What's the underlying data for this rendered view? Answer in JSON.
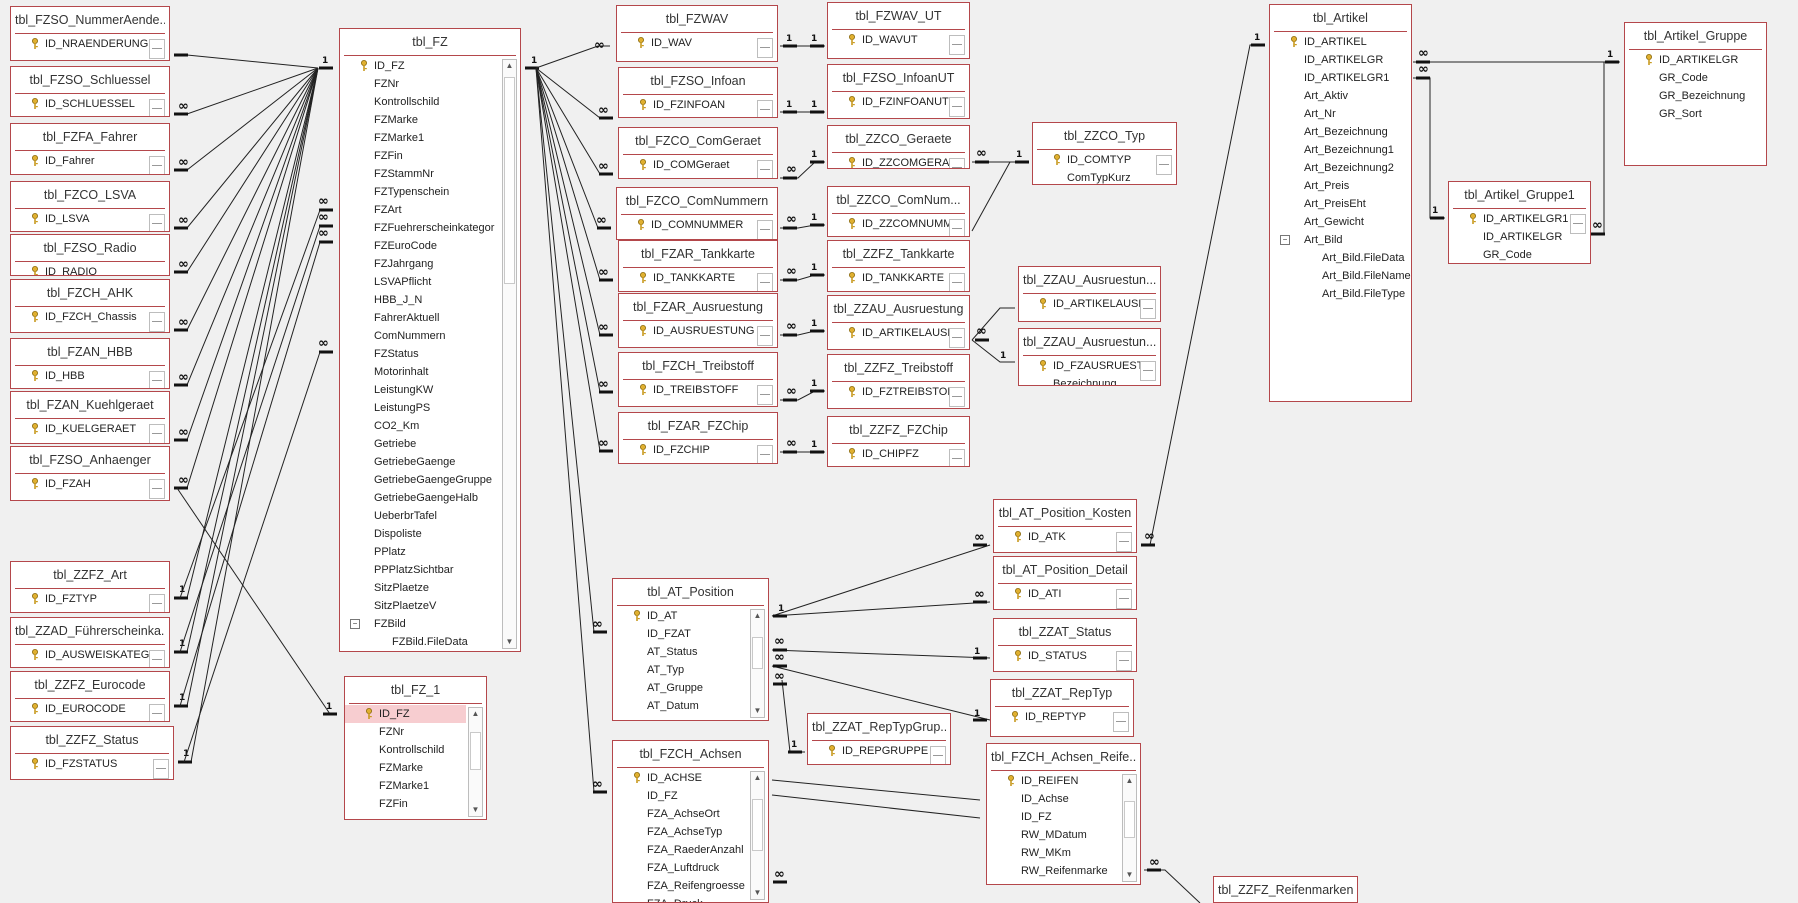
{
  "tables": [
    {
      "id": "t1",
      "title": "tbl_FZSO_NummerAende...",
      "rows": [
        "ID_NRAENDERUNG"
      ],
      "key": 0
    },
    {
      "id": "t2",
      "title": "tbl_FZSO_Schluessel",
      "rows": [
        "ID_SCHLUESSEL"
      ],
      "key": 0
    },
    {
      "id": "t3",
      "title": "tbl_FZFA_Fahrer",
      "rows": [
        "ID_Fahrer"
      ],
      "key": 0
    },
    {
      "id": "t4",
      "title": "tbl_FZCO_LSVA",
      "rows": [
        "ID_LSVA"
      ],
      "key": 0
    },
    {
      "id": "t5",
      "title": "tbl_FZSO_Radio",
      "rows": [
        "ID_RADIO"
      ],
      "key": 0
    },
    {
      "id": "t6",
      "title": "tbl_FZCH_AHK",
      "rows": [
        "ID_FZCH_Chassis"
      ],
      "key": 0
    },
    {
      "id": "t7",
      "title": "tbl_FZAN_HBB",
      "rows": [
        "ID_HBB"
      ],
      "key": 0
    },
    {
      "id": "t8",
      "title": "tbl_FZAN_Kuehlgeraet",
      "rows": [
        "ID_KUELGERAET"
      ],
      "key": 0
    },
    {
      "id": "t9",
      "title": "tbl_FZSO_Anhaenger",
      "rows": [
        "ID_FZAH"
      ],
      "key": 0
    },
    {
      "id": "t10",
      "title": "tbl_ZZFZ_Art",
      "rows": [
        "ID_FZTYP"
      ],
      "key": 0
    },
    {
      "id": "t11",
      "title": "tbl_ZZAD_Führerscheinka...",
      "rows": [
        "ID_AUSWEISKATEGO"
      ],
      "key": 0
    },
    {
      "id": "t12",
      "title": "tbl_ZZFZ_Eurocode",
      "rows": [
        "ID_EUROCODE"
      ],
      "key": 0
    },
    {
      "id": "t13",
      "title": "tbl_ZZFZ_Status",
      "rows": [
        "ID_FZSTATUS"
      ],
      "key": 0
    },
    {
      "id": "tfz",
      "title": "tbl_FZ",
      "rows": [
        "ID_FZ",
        "FZNr",
        "Kontrollschild",
        "FZMarke",
        "FZMarke1",
        "FZFin",
        "FZStammNr",
        "FZTypenschein",
        "FZArt",
        "FZFuehrerscheinkategor",
        "FZEuroCode",
        "FZJahrgang",
        "LSVAPflicht",
        "HBB_J_N",
        "FahrerAktuell",
        "ComNummern",
        "FZStatus",
        "Motorinhalt",
        "LeistungKW",
        "LeistungPS",
        "CO2_Km",
        "Getriebe",
        "GetriebeGaenge",
        "GetriebeGaengeGruppe",
        "GetriebeGaengeHalb",
        "UeberbrTafel",
        "Dispoliste",
        "PPlatz",
        "PPPlatzSichtbar",
        "SitzPlaetze",
        "SitzPlaetzeV",
        "FZBild",
        "FZBild.FileData"
      ],
      "key": 0,
      "expander": 31,
      "sub": [
        32
      ]
    },
    {
      "id": "tfz1",
      "title": "tbl_FZ_1",
      "rows": [
        "ID_FZ",
        "FZNr",
        "Kontrollschild",
        "FZMarke",
        "FZMarke1",
        "FZFin"
      ],
      "key": 0,
      "sel": 0
    },
    {
      "id": "c1",
      "title": "tbl_FZWAV",
      "rows": [
        "ID_WAV"
      ],
      "key": 0
    },
    {
      "id": "c2",
      "title": "tbl_FZSO_Infoan",
      "rows": [
        "ID_FZINFOAN"
      ],
      "key": 0
    },
    {
      "id": "c3",
      "title": "tbl_FZCO_ComGeraet",
      "rows": [
        "ID_COMGeraet"
      ],
      "key": 0
    },
    {
      "id": "c4",
      "title": "tbl_FZCO_ComNummern",
      "rows": [
        "ID_COMNUMMER"
      ],
      "key": 0
    },
    {
      "id": "c5",
      "title": "tbl_FZAR_Tankkarte",
      "rows": [
        "ID_TANKKARTE"
      ],
      "key": 0
    },
    {
      "id": "c6",
      "title": "tbl_FZAR_Ausruestung",
      "rows": [
        "ID_AUSRUESTUNG"
      ],
      "key": 0
    },
    {
      "id": "c7",
      "title": "tbl_FZCH_Treibstoff",
      "rows": [
        "ID_TREIBSTOFF"
      ],
      "key": 0
    },
    {
      "id": "c8",
      "title": "tbl_FZAR_FZChip",
      "rows": [
        "ID_FZCHIP"
      ],
      "key": 0
    },
    {
      "id": "d1",
      "title": "tbl_FZWAV_UT",
      "rows": [
        "ID_WAVUT"
      ],
      "key": 0
    },
    {
      "id": "d2",
      "title": "tbl_FZSO_InfoanUT",
      "rows": [
        "ID_FZINFOANUT"
      ],
      "key": 0
    },
    {
      "id": "d3",
      "title": "tbl_ZZCO_Geraete",
      "rows": [
        "ID_ZZCOMGERAE"
      ],
      "key": 0
    },
    {
      "id": "d4",
      "title": "tbl_ZZCO_ComNum...",
      "rows": [
        "ID_ZZCOMNUMM"
      ],
      "key": 0
    },
    {
      "id": "d5",
      "title": "tbl_ZZFZ_Tankkarte",
      "rows": [
        "ID_TANKKARTE"
      ],
      "key": 0
    },
    {
      "id": "d6",
      "title": "tbl_ZZAU_Ausruestung",
      "rows": [
        "ID_ARTIKELAUSRU"
      ],
      "key": 0
    },
    {
      "id": "d7",
      "title": "tbl_ZZFZ_Treibstoff",
      "rows": [
        "ID_FZTREIBSTOFF"
      ],
      "key": 0
    },
    {
      "id": "d8",
      "title": "tbl_ZZFZ_FZChip",
      "rows": [
        "ID_CHIPFZ"
      ],
      "key": 0
    },
    {
      "id": "e1",
      "title": "tbl_ZZCO_Typ",
      "rows": [
        "ID_COMTYP",
        "ComTypKurz"
      ],
      "key": 0
    },
    {
      "id": "e2",
      "title": "tbl_ZZAU_Ausruestun...",
      "rows": [
        "ID_ARTIKELAUSRU"
      ],
      "key": 0
    },
    {
      "id": "e3",
      "title": "tbl_ZZAU_Ausruestun...",
      "rows": [
        "ID_FZAUSRUESTO",
        "Bezeichnung"
      ],
      "key": 0
    },
    {
      "id": "ta",
      "title": "tbl_Artikel",
      "rows": [
        "ID_ARTIKEL",
        "ID_ARTIKELGR",
        "ID_ARTIKELGR1",
        "Art_Aktiv",
        "Art_Nr",
        "Art_Bezeichnung",
        "Art_Bezeichnung1",
        "Art_Bezeichnung2",
        "Art_Preis",
        "Art_PreisEht",
        "Art_Gewicht",
        "Art_Bild",
        "Art_Bild.FileData",
        "Art_Bild.FileName",
        "Art_Bild.FileType"
      ],
      "key": 0,
      "expander": 11,
      "sub": [
        12,
        13,
        14
      ]
    },
    {
      "id": "tag1",
      "title": "tbl_Artikel_Gruppe1",
      "rows": [
        "ID_ARTIKELGR1",
        "ID_ARTIKELGR",
        "GR_Code"
      ],
      "key": 0
    },
    {
      "id": "tag",
      "title": "tbl_Artikel_Gruppe",
      "rows": [
        "ID_ARTIKELGR",
        "GR_Code",
        "GR_Bezeichnung",
        "GR_Sort"
      ],
      "key": 0
    },
    {
      "id": "pk",
      "title": "tbl_AT_Position_Kosten",
      "rows": [
        "ID_ATK"
      ],
      "key": 0
    },
    {
      "id": "pd",
      "title": "tbl_AT_Position_Detail",
      "rows": [
        "ID_ATI"
      ],
      "key": 0
    },
    {
      "id": "ps",
      "title": "tbl_ZZAT_Status",
      "rows": [
        "ID_STATUS"
      ],
      "key": 0
    },
    {
      "id": "pr",
      "title": "tbl_ZZAT_RepTyp",
      "rows": [
        "ID_REPTYP"
      ],
      "key": 0
    },
    {
      "id": "pg",
      "title": "tbl_ZZAT_RepTypGrup...",
      "rows": [
        "ID_REPGRUPPE"
      ],
      "key": 0
    },
    {
      "id": "tap",
      "title": "tbl_AT_Position",
      "rows": [
        "ID_AT",
        "ID_FZAT",
        "AT_Status",
        "AT_Typ",
        "AT_Gruppe",
        "AT_Datum"
      ],
      "key": 0
    },
    {
      "id": "tach",
      "title": "tbl_FZCH_Achsen",
      "rows": [
        "ID_ACHSE",
        "ID_FZ",
        "FZA_AchseOrt",
        "FZA_AchseTyp",
        "FZA_RaederAnzahl",
        "FZA_Luftdruck",
        "FZA_Reifengroesse",
        "FZA_Druck"
      ],
      "key": 0
    },
    {
      "id": "tre",
      "title": "tbl_FZCH_Achsen_Reife...",
      "rows": [
        "ID_REIFEN",
        "ID_Achse",
        "ID_FZ",
        "RW_MDatum",
        "RW_MKm",
        "RW_Reifenmarke"
      ],
      "key": 0
    },
    {
      "id": "trm",
      "title": "tbl_ZZFZ_Reifenmarken",
      "rows": [],
      "key": -1
    }
  ],
  "cardinality": {
    "one": "1",
    "many": "∞"
  }
}
